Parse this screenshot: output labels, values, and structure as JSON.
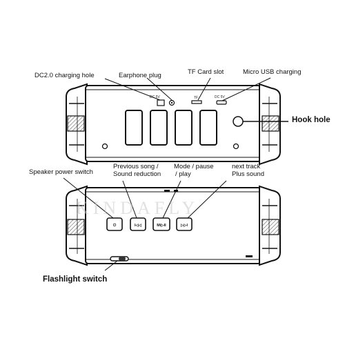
{
  "watermark": "KINDAFLY",
  "labels": {
    "dc_hole": "DC2.0 charging hole",
    "earphone": "Earphone plug",
    "tf": "TF Card slot",
    "micro_usb": "Micro USB charging",
    "hook": "Hook hole",
    "speaker_power": "Speaker power switch",
    "prev_line1": "Previous song /",
    "prev_line2": "Sound reduction",
    "mode_line1": "Mode / pause",
    "mode_line2": "/ play",
    "next_line1": "next track",
    "next_line2": "Plus sound",
    "flashlight": "Flashlight switch"
  },
  "port_marks": {
    "dc": "DC 5V",
    "tf": "TF",
    "usb": "DC 5V"
  },
  "button_marks": {
    "power": "⏻",
    "prev": "I◁◁",
    "mode": "M/▷II",
    "next": "▷▷I"
  },
  "colors": {
    "ink": "#111111",
    "watermark": "#c9c9c9"
  }
}
